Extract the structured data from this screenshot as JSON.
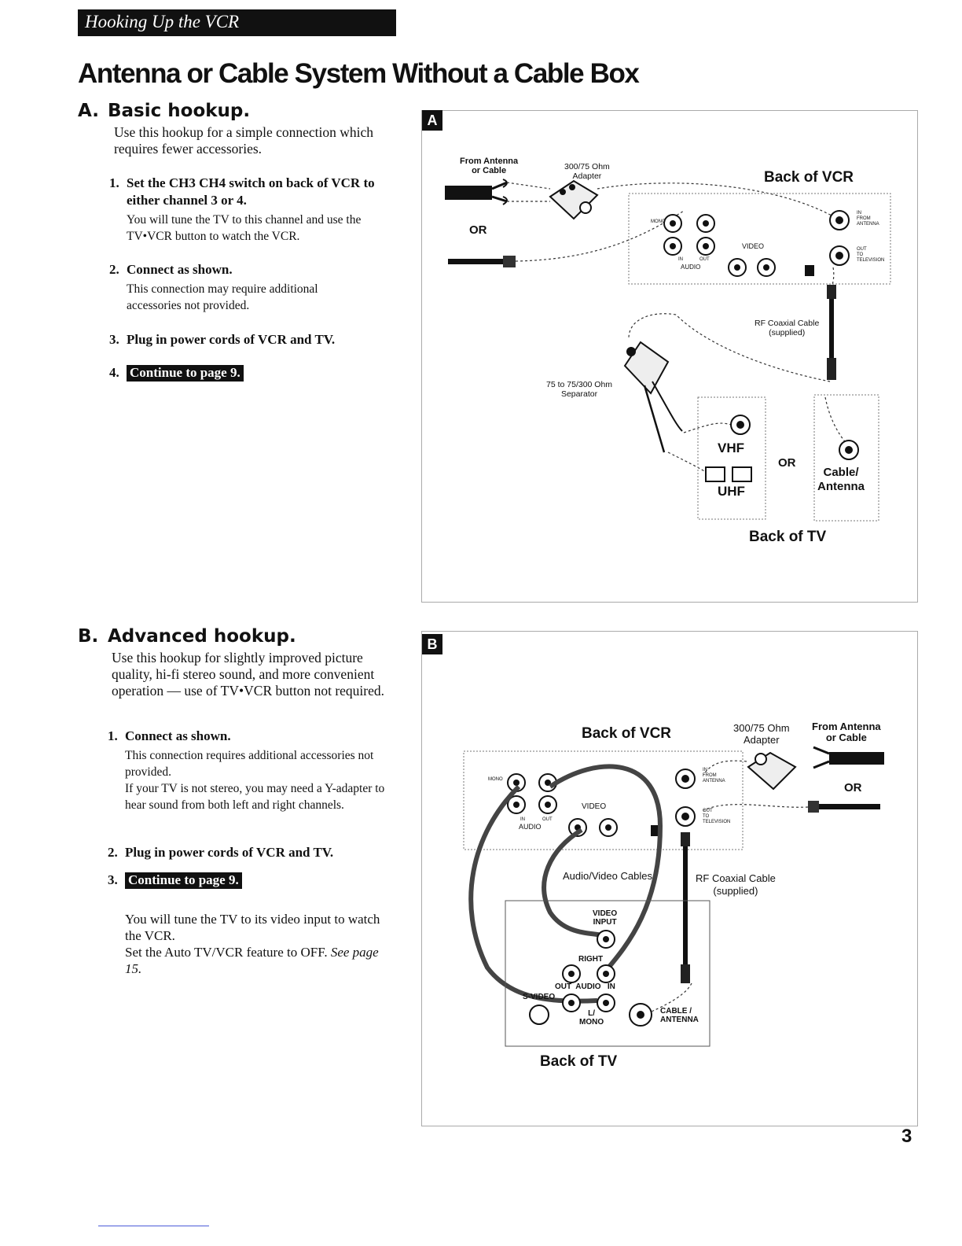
{
  "header": {
    "section": "Hooking Up the VCR"
  },
  "page_title": "Antenna or Cable System Without a Cable Box",
  "section_a": {
    "letter": "A.",
    "title": "Basic hookup.",
    "intro": "Use this hookup for a simple connection which requires fewer accessories.",
    "steps": [
      {
        "num": "1.",
        "head": "Set the CH3 CH4 switch on back of VCR to either channel 3 or 4.",
        "note": "You will tune the TV to this channel and use the TV•VCR button to watch the VCR."
      },
      {
        "num": "2.",
        "head": "Connect as shown.",
        "note": "This connection may require additional accessories not provided."
      },
      {
        "num": "3.",
        "head": "Plug in power cords of VCR and TV.",
        "note": ""
      },
      {
        "num": "4.",
        "head": "",
        "continue_label": "Continue to page 9."
      }
    ]
  },
  "section_b": {
    "letter": "B.",
    "title": "Advanced hookup.",
    "intro": "Use this hookup for slightly improved picture quality, hi-fi stereo sound, and more convenient operation — use of TV•VCR button not required.",
    "steps": [
      {
        "num": "1.",
        "head": "Connect as shown.",
        "note": "This connection requires additional accessories not provided.",
        "note2": "If your TV is not stereo, you may need a Y-adapter to hear sound from both left and right channels."
      },
      {
        "num": "2.",
        "head": "Plug in power cords of VCR and TV."
      },
      {
        "num": "3.",
        "continue_label": "Continue to page 9."
      }
    ],
    "after": "You will tune the TV to its video input to watch the VCR.",
    "after2_plain": "Set the Auto TV/VCR feature to OFF.",
    "after2_italic": "See page 15."
  },
  "diagram_a": {
    "badge": "A",
    "from_antenna": "From Antenna\nor Cable",
    "adapter": "300/75 Ohm\nAdapter",
    "back_of_vcr": "Back of VCR",
    "or1": "OR",
    "mono": "MONO",
    "video": "VIDEO",
    "in": "IN",
    "out": "OUT",
    "audio": "AUDIO",
    "in_from_antenna": "IN\nFROM\nANTENNA",
    "out_to_television": "OUT\nTO\nTELEVISION",
    "rf_cable": "RF Coaxial Cable\n(supplied)",
    "separator": "75 to 75/300 Ohm\nSeparator",
    "vhf": "VHF",
    "uhf": "UHF",
    "or2": "OR",
    "cable_antenna": "Cable/\nAntenna",
    "back_of_tv": "Back of TV"
  },
  "diagram_b": {
    "badge": "B",
    "back_of_vcr": "Back of VCR",
    "adapter": "300/75 Ohm\nAdapter",
    "from_antenna": "From Antenna\nor Cable",
    "or": "OR",
    "mono": "MONO",
    "video": "VIDEO",
    "in": "IN",
    "out": "OUT",
    "audio": "AUDIO",
    "in_from_antenna": "IN\nFROM\nANTENNA",
    "out_to_television": "OUT\nTO\nTELEVISION",
    "av_cables": "Audio/Video Cables",
    "rf_cable": "RF Coaxial Cable\n(supplied)",
    "video_input": "VIDEO\nINPUT",
    "right": "RIGHT",
    "out_audio_in": "OUT  AUDIO   IN",
    "s_video": "S-VIDEO",
    "l_mono": "L/\nMONO",
    "cable_antenna": "CABLE /\nANTENNA",
    "back_of_tv": "Back of TV"
  },
  "page_number": "3"
}
